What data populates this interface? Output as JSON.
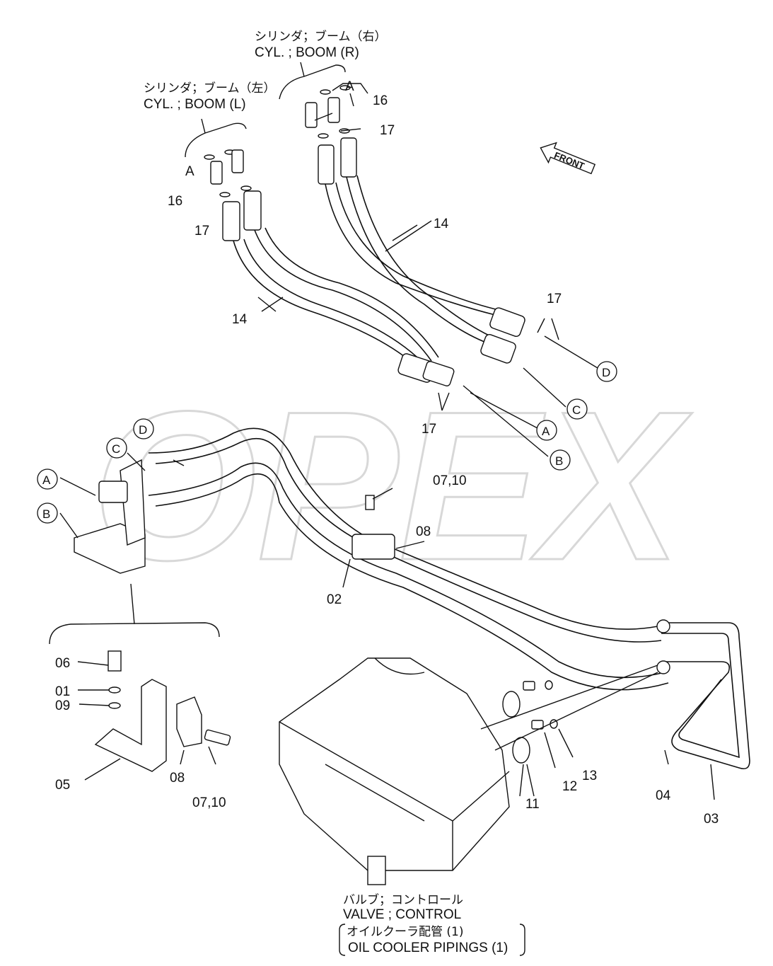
{
  "diagram": {
    "watermark": "OPEX",
    "headings": {
      "boom_right_jp": "シリンダ；ブーム（右）",
      "boom_right_en": "CYL. ; BOOM (R)",
      "boom_left_jp": "シリンダ；ブーム（左）",
      "boom_left_en": "CYL. ; BOOM (L)",
      "valve_jp": "バルブ；コントロール",
      "valve_en": "VALVE ; CONTROL",
      "group_jp": "オイルクーラ配管 (1)",
      "group_en": "OIL COOLER PIPINGS (1)"
    },
    "front_arrow": "FRONT",
    "callouts": {
      "a_top_r": "A",
      "p16_r": "16",
      "p17_r": "17",
      "a_top_l": "A",
      "p16_l": "16",
      "p17_l": "17",
      "p14_r": "14",
      "p14_l": "14",
      "p17_mid_r": "17",
      "d_r": "D",
      "c_r": "C",
      "p17_mid_l": "17",
      "a_mid": "A",
      "b_mid": "B",
      "d_l": "D",
      "c_l": "C",
      "a_l": "A",
      "b_l": "B",
      "p07_10_top": "07,10",
      "p08_top": "08",
      "p02": "02",
      "p06": "06",
      "p01": "01",
      "p09": "09",
      "p05": "05",
      "p08_bot": "08",
      "p07_10_bot": "07,10",
      "p11": "11",
      "p12": "12",
      "p13": "13",
      "p04": "04",
      "p03": "03"
    }
  }
}
